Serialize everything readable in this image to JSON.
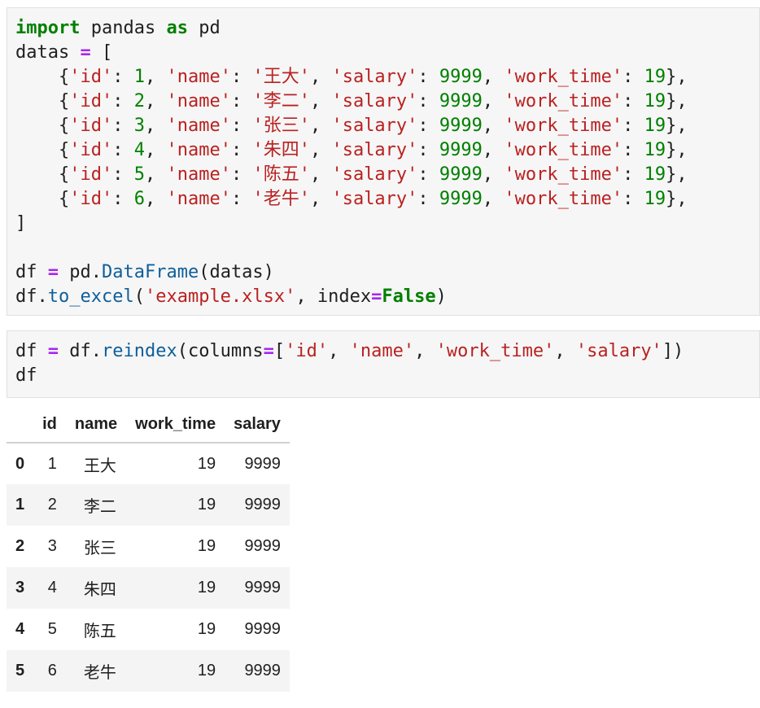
{
  "cell1": {
    "lines": [
      [
        [
          "kw",
          "import"
        ],
        [
          "p",
          " pandas "
        ],
        [
          "kw",
          "as"
        ],
        [
          "p",
          " pd"
        ]
      ],
      [
        [
          "p",
          "datas "
        ],
        [
          "op",
          "="
        ],
        [
          "p",
          " ["
        ]
      ],
      [
        [
          "p",
          "    {"
        ],
        [
          "str",
          "'id'"
        ],
        [
          "p",
          ": "
        ],
        [
          "num",
          "1"
        ],
        [
          "p",
          ", "
        ],
        [
          "str",
          "'name'"
        ],
        [
          "p",
          ": "
        ],
        [
          "str",
          "'王大'"
        ],
        [
          "p",
          ", "
        ],
        [
          "str",
          "'salary'"
        ],
        [
          "p",
          ": "
        ],
        [
          "num",
          "9999"
        ],
        [
          "p",
          ", "
        ],
        [
          "str",
          "'work_time'"
        ],
        [
          "p",
          ": "
        ],
        [
          "num",
          "19"
        ],
        [
          "p",
          "},"
        ]
      ],
      [
        [
          "p",
          "    {"
        ],
        [
          "str",
          "'id'"
        ],
        [
          "p",
          ": "
        ],
        [
          "num",
          "2"
        ],
        [
          "p",
          ", "
        ],
        [
          "str",
          "'name'"
        ],
        [
          "p",
          ": "
        ],
        [
          "str",
          "'李二'"
        ],
        [
          "p",
          ", "
        ],
        [
          "str",
          "'salary'"
        ],
        [
          "p",
          ": "
        ],
        [
          "num",
          "9999"
        ],
        [
          "p",
          ", "
        ],
        [
          "str",
          "'work_time'"
        ],
        [
          "p",
          ": "
        ],
        [
          "num",
          "19"
        ],
        [
          "p",
          "},"
        ]
      ],
      [
        [
          "p",
          "    {"
        ],
        [
          "str",
          "'id'"
        ],
        [
          "p",
          ": "
        ],
        [
          "num",
          "3"
        ],
        [
          "p",
          ", "
        ],
        [
          "str",
          "'name'"
        ],
        [
          "p",
          ": "
        ],
        [
          "str",
          "'张三'"
        ],
        [
          "p",
          ", "
        ],
        [
          "str",
          "'salary'"
        ],
        [
          "p",
          ": "
        ],
        [
          "num",
          "9999"
        ],
        [
          "p",
          ", "
        ],
        [
          "str",
          "'work_time'"
        ],
        [
          "p",
          ": "
        ],
        [
          "num",
          "19"
        ],
        [
          "p",
          "},"
        ]
      ],
      [
        [
          "p",
          "    {"
        ],
        [
          "str",
          "'id'"
        ],
        [
          "p",
          ": "
        ],
        [
          "num",
          "4"
        ],
        [
          "p",
          ", "
        ],
        [
          "str",
          "'name'"
        ],
        [
          "p",
          ": "
        ],
        [
          "str",
          "'朱四'"
        ],
        [
          "p",
          ", "
        ],
        [
          "str",
          "'salary'"
        ],
        [
          "p",
          ": "
        ],
        [
          "num",
          "9999"
        ],
        [
          "p",
          ", "
        ],
        [
          "str",
          "'work_time'"
        ],
        [
          "p",
          ": "
        ],
        [
          "num",
          "19"
        ],
        [
          "p",
          "},"
        ]
      ],
      [
        [
          "p",
          "    {"
        ],
        [
          "str",
          "'id'"
        ],
        [
          "p",
          ": "
        ],
        [
          "num",
          "5"
        ],
        [
          "p",
          ", "
        ],
        [
          "str",
          "'name'"
        ],
        [
          "p",
          ": "
        ],
        [
          "str",
          "'陈五'"
        ],
        [
          "p",
          ", "
        ],
        [
          "str",
          "'salary'"
        ],
        [
          "p",
          ": "
        ],
        [
          "num",
          "9999"
        ],
        [
          "p",
          ", "
        ],
        [
          "str",
          "'work_time'"
        ],
        [
          "p",
          ": "
        ],
        [
          "num",
          "19"
        ],
        [
          "p",
          "},"
        ]
      ],
      [
        [
          "p",
          "    {"
        ],
        [
          "str",
          "'id'"
        ],
        [
          "p",
          ": "
        ],
        [
          "num",
          "6"
        ],
        [
          "p",
          ", "
        ],
        [
          "str",
          "'name'"
        ],
        [
          "p",
          ": "
        ],
        [
          "str",
          "'老牛'"
        ],
        [
          "p",
          ", "
        ],
        [
          "str",
          "'salary'"
        ],
        [
          "p",
          ": "
        ],
        [
          "num",
          "9999"
        ],
        [
          "p",
          ", "
        ],
        [
          "str",
          "'work_time'"
        ],
        [
          "p",
          ": "
        ],
        [
          "num",
          "19"
        ],
        [
          "p",
          "},"
        ]
      ],
      [
        [
          "p",
          "]"
        ]
      ],
      [
        [
          "p",
          " "
        ]
      ],
      [
        [
          "p",
          "df "
        ],
        [
          "op",
          "="
        ],
        [
          "p",
          " pd."
        ],
        [
          "fn",
          "DataFrame"
        ],
        [
          "p",
          "(datas)"
        ]
      ],
      [
        [
          "p",
          "df."
        ],
        [
          "fn",
          "to_excel"
        ],
        [
          "p",
          "("
        ],
        [
          "str",
          "'example.xlsx'"
        ],
        [
          "p",
          ", index"
        ],
        [
          "op",
          "="
        ],
        [
          "bool",
          "False"
        ],
        [
          "p",
          ")"
        ]
      ]
    ]
  },
  "cell2": {
    "lines": [
      [
        [
          "p",
          "df "
        ],
        [
          "op",
          "="
        ],
        [
          "p",
          " df."
        ],
        [
          "fn",
          "reindex"
        ],
        [
          "p",
          "(columns"
        ],
        [
          "op",
          "="
        ],
        [
          "p",
          "["
        ],
        [
          "str",
          "'id'"
        ],
        [
          "p",
          ", "
        ],
        [
          "str",
          "'name'"
        ],
        [
          "p",
          ", "
        ],
        [
          "str",
          "'work_time'"
        ],
        [
          "p",
          ", "
        ],
        [
          "str",
          "'salary'"
        ],
        [
          "p",
          "])"
        ]
      ],
      [
        [
          "p",
          "df"
        ]
      ]
    ]
  },
  "output": {
    "columns": [
      "",
      "id",
      "name",
      "work_time",
      "salary"
    ],
    "rows": [
      {
        "index": "0",
        "id": "1",
        "name": "王大",
        "work_time": "19",
        "salary": "9999"
      },
      {
        "index": "1",
        "id": "2",
        "name": "李二",
        "work_time": "19",
        "salary": "9999"
      },
      {
        "index": "2",
        "id": "3",
        "name": "张三",
        "work_time": "19",
        "salary": "9999"
      },
      {
        "index": "3",
        "id": "4",
        "name": "朱四",
        "work_time": "19",
        "salary": "9999"
      },
      {
        "index": "4",
        "id": "5",
        "name": "陈五",
        "work_time": "19",
        "salary": "9999"
      },
      {
        "index": "5",
        "id": "6",
        "name": "老牛",
        "work_time": "19",
        "salary": "9999"
      }
    ]
  }
}
